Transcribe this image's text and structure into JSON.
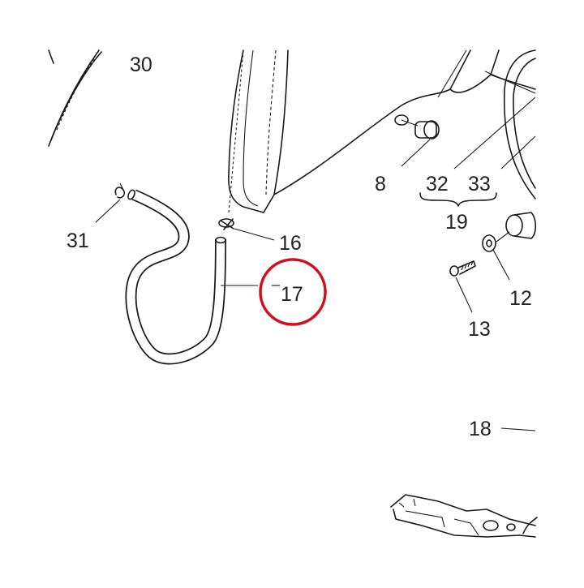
{
  "diagram": {
    "callouts": {
      "c30": "30",
      "c8": "8",
      "c32": "32",
      "c33": "33",
      "c19": "19",
      "c31": "31",
      "c16": "16",
      "c17": "17",
      "c12": "12",
      "c13": "13",
      "c18": "18"
    },
    "highlight": {
      "callout": "17",
      "color": "#d0101a"
    },
    "line_color": "#1a1a1a"
  }
}
